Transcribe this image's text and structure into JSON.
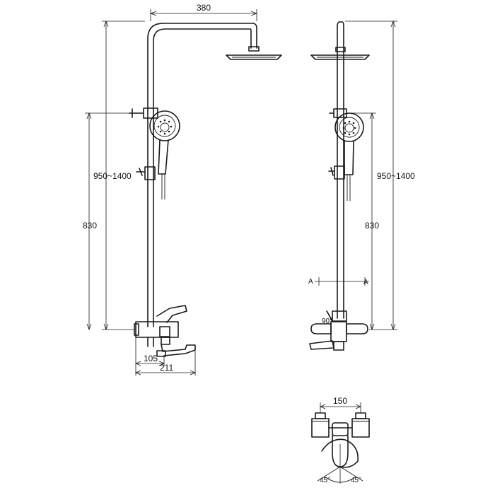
{
  "dimensions": {
    "overhead_arm": "380",
    "height_range_left": "950~1400",
    "height_range_right": "950~1400",
    "holder_height_left": "830",
    "holder_height_right": "830",
    "spout_small": "105",
    "spout_total": "211",
    "mixer_centers": "150",
    "angle_90": "90°",
    "angle_left": "45°",
    "angle_right": "45°"
  },
  "section_marks": {
    "left": "A",
    "right": "A"
  },
  "colors": {
    "line": "#1a1a1a",
    "background": "#ffffff"
  }
}
